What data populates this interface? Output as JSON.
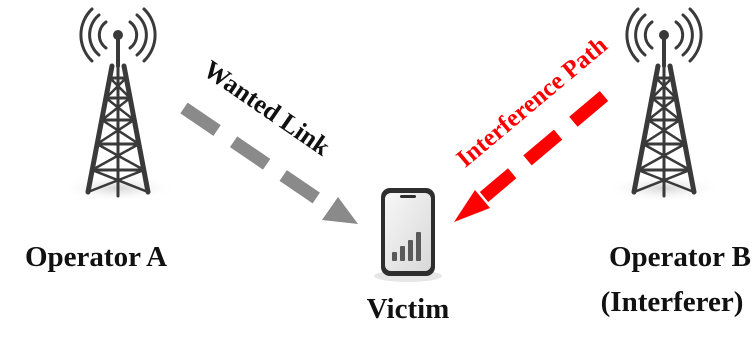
{
  "nodes": {
    "operator_a": {
      "label": "Operator A"
    },
    "operator_b": {
      "label": "Operator B",
      "sublabel": "(Interferer)"
    },
    "victim": {
      "label": "Victim"
    }
  },
  "links": {
    "wanted": {
      "label": "Wanted Link",
      "color": "#8a8a8a",
      "label_color": "#111111"
    },
    "interference": {
      "label": "Interference Path",
      "color": "#ff0000",
      "label_color": "#ff0000"
    }
  },
  "colors": {
    "tower": "#3a3a3a",
    "tower_shadow": "#dcdcdc",
    "phone_body": "#2e2e2e",
    "phone_screen": "#e9e9e9",
    "signal_bars": "#5a5a5a"
  },
  "icons": [
    "cell-tower-icon",
    "cell-tower-icon",
    "smartphone-icon",
    "signal-bars-icon"
  ]
}
